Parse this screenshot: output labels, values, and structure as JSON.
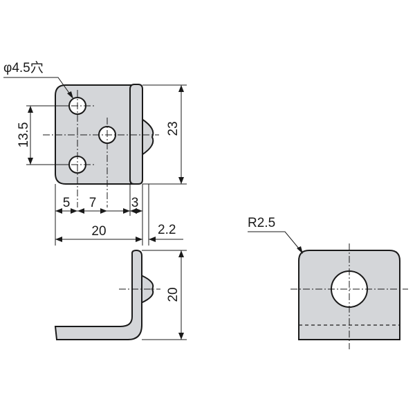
{
  "dimensions": {
    "hole_callout": "φ4.5穴",
    "hole_pitch": "13.5",
    "overall_height": "23",
    "edge_offset": "5",
    "hole_offset": "7",
    "lip_width": "3",
    "overall_width": "20",
    "plate_thickness": "2.2",
    "side_height": "20",
    "corner_radius": "R2.5"
  }
}
